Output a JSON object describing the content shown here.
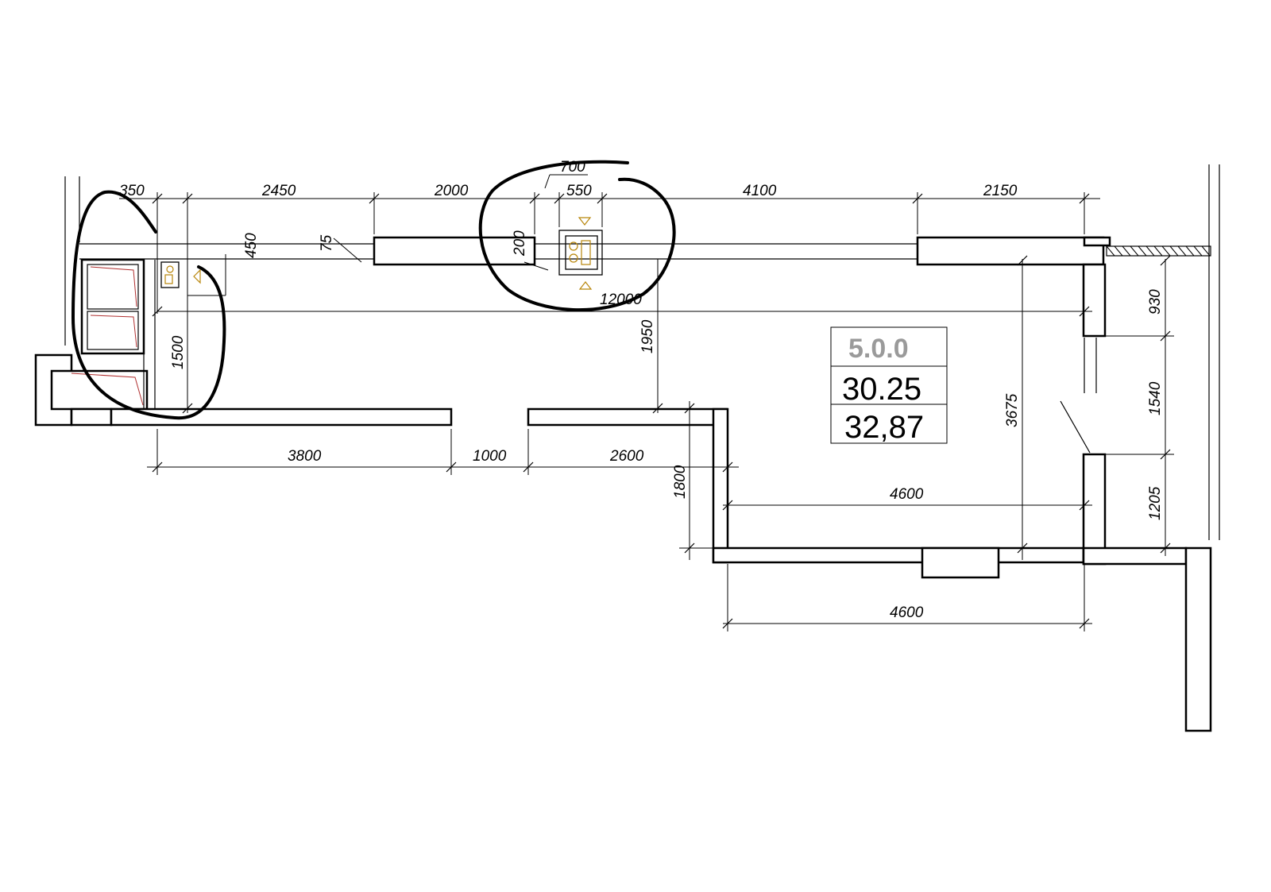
{
  "dimensions": {
    "top": [
      "350",
      "2450",
      "2000",
      "700",
      "550",
      "4100",
      "2150"
    ],
    "overall": "12000",
    "wall_segments": [
      "450",
      "75",
      "200"
    ],
    "bottom": [
      "3800",
      "1000",
      "2600"
    ],
    "vertical_left": [
      "1500"
    ],
    "vertical_mid": [
      "1950",
      "1800"
    ],
    "vertical_right": [
      "3675"
    ],
    "right_side": [
      "930",
      "1540",
      "1205"
    ],
    "lower": [
      "4600",
      "4600"
    ]
  },
  "room_label": {
    "name": "5.0.0",
    "value_a": "30.25",
    "value_b": "32,87"
  }
}
